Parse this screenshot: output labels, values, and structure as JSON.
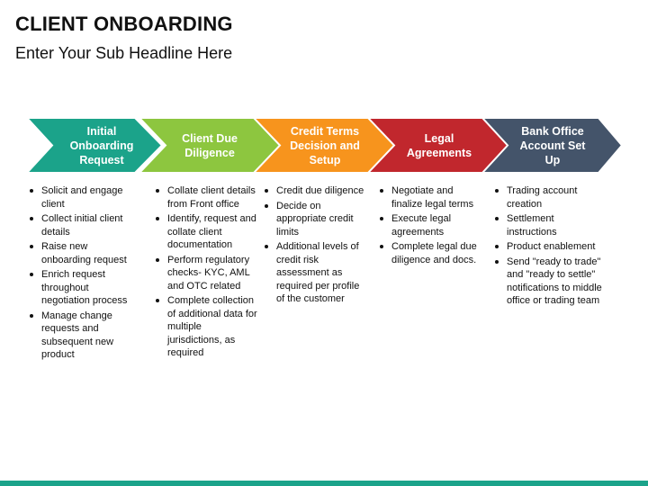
{
  "header": {
    "title": "CLIENT ONBOARDING",
    "subtitle": "Enter Your Sub Headline Here"
  },
  "steps": [
    {
      "label": "Initial\nOnboarding\nRequest",
      "color": "#1ba38a",
      "bullets": [
        "Solicit and engage client",
        "Collect initial client details",
        "Raise new onboarding request",
        "Enrich request throughout negotiation process",
        "Manage change requests and subsequent new product"
      ]
    },
    {
      "label": "Client Due\nDiligence",
      "color": "#8dc63f",
      "bullets": [
        "Collate client details from Front office",
        "Identify, request and collate client documentation",
        "Perform regulatory checks- KYC, AML and OTC related",
        "Complete collection of additional data for multiple jurisdictions, as required"
      ]
    },
    {
      "label": "Credit Terms\nDecision and\nSetup",
      "color": "#f7941d",
      "bullets": [
        "Credit due diligence",
        "Decide on appropriate credit limits",
        "Additional levels of credit risk assessment as required per profile of the customer"
      ]
    },
    {
      "label": "Legal\nAgreements",
      "color": "#c1272d",
      "bullets": [
        "Negotiate and finalize legal terms",
        "Execute legal agreements",
        "Complete legal due diligence and docs."
      ]
    },
    {
      "label": "Bank Office\nAccount Set\nUp",
      "color": "#44546a",
      "bullets": [
        "Trading account creation",
        "Settlement instructions",
        "Product enablement",
        "Send \"ready to trade\" and \"ready to settle\" notifications to middle office or trading team"
      ]
    }
  ],
  "footer": {
    "bar_color": "#1ba38a"
  }
}
